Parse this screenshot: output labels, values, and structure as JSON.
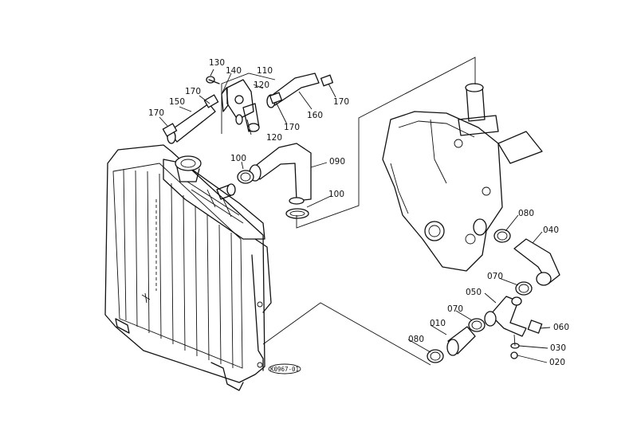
{
  "labels": {
    "p010": "010",
    "p020": "020",
    "p030": "030",
    "p040": "040",
    "p050": "050",
    "p060": "060",
    "p070a": "070",
    "p070b": "070",
    "p080a": "080",
    "p080b": "080",
    "p090": "090",
    "p100a": "100",
    "p100b": "100",
    "p110": "110",
    "p120a": "120",
    "p120b": "120",
    "p130": "130",
    "p140": "140",
    "p150": "150",
    "p160": "160",
    "p170a": "170",
    "p170b": "170",
    "p170c": "170",
    "p170d": "170"
  },
  "drawing_code": "K0967-01"
}
